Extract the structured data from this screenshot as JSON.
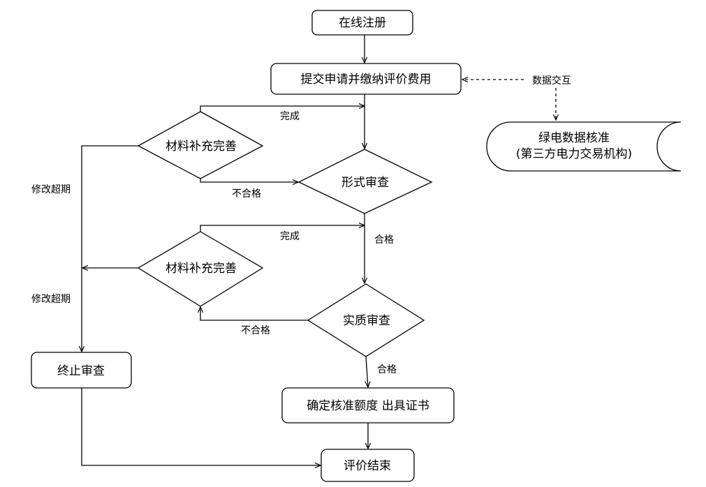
{
  "nodes": {
    "register": "在线注册",
    "submit": "提交申请并缴纳评价费用",
    "data_exchange": "数据交互",
    "green_verify_line1": "绿电数据核准",
    "green_verify_line2": "(第三方电力交易机构)",
    "supplement_1": "材料补充完善",
    "formal_review": "形式审查",
    "supplement_2": "材料补充完善",
    "substantive_review": "实质审查",
    "terminate": "终止审查",
    "confirm_quota": "确定核准额度 出具证书",
    "end": "评价结束"
  },
  "edges": {
    "complete_1": "完成",
    "fail_1": "不合格",
    "overdue_1": "修改超期",
    "pass_1": "合格",
    "complete_2": "完成",
    "fail_2": "不合格",
    "overdue_2": "修改超期",
    "pass_2": "合格"
  }
}
